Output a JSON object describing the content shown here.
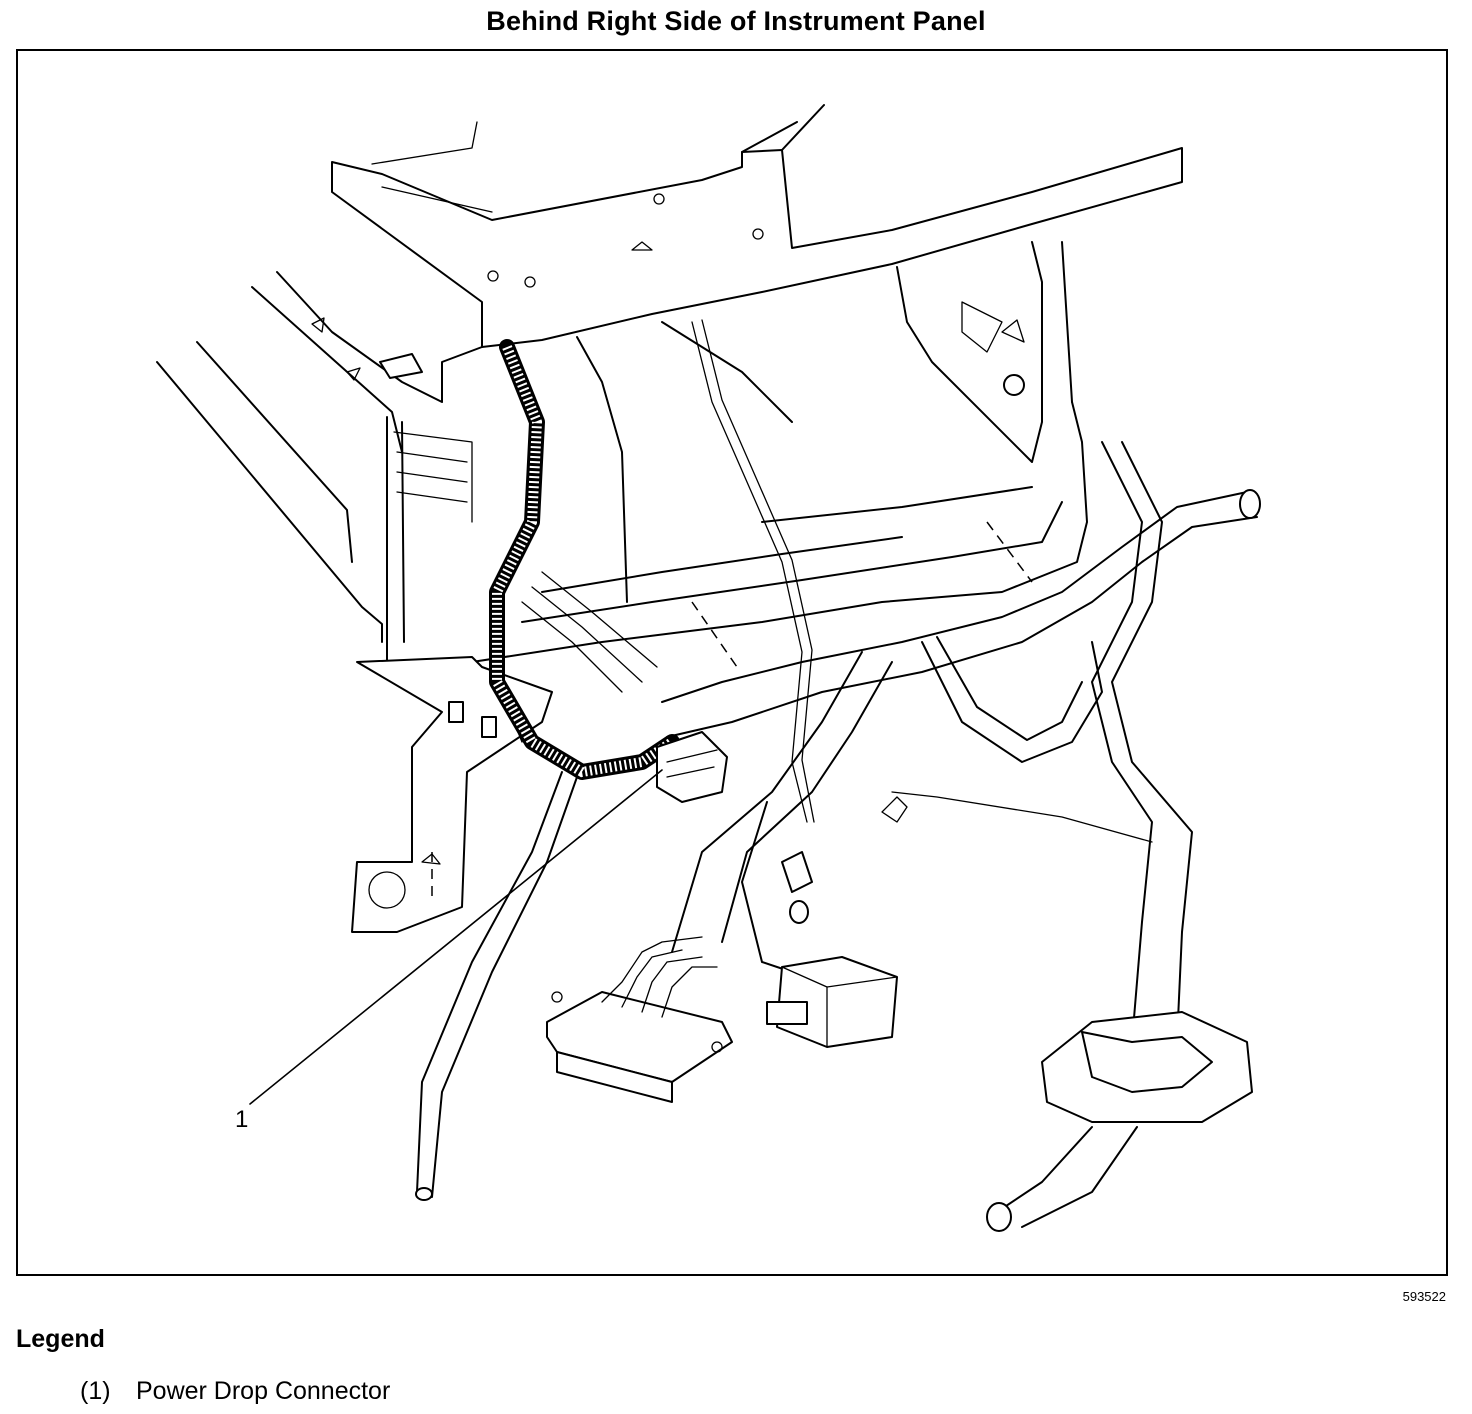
{
  "title": "Behind Right Side of Instrument Panel",
  "figure_id": "593522",
  "callouts": [
    {
      "number": "1"
    }
  ],
  "legend": {
    "heading": "Legend",
    "items": [
      {
        "number": "(1)",
        "label": "Power Drop Connector"
      }
    ]
  }
}
